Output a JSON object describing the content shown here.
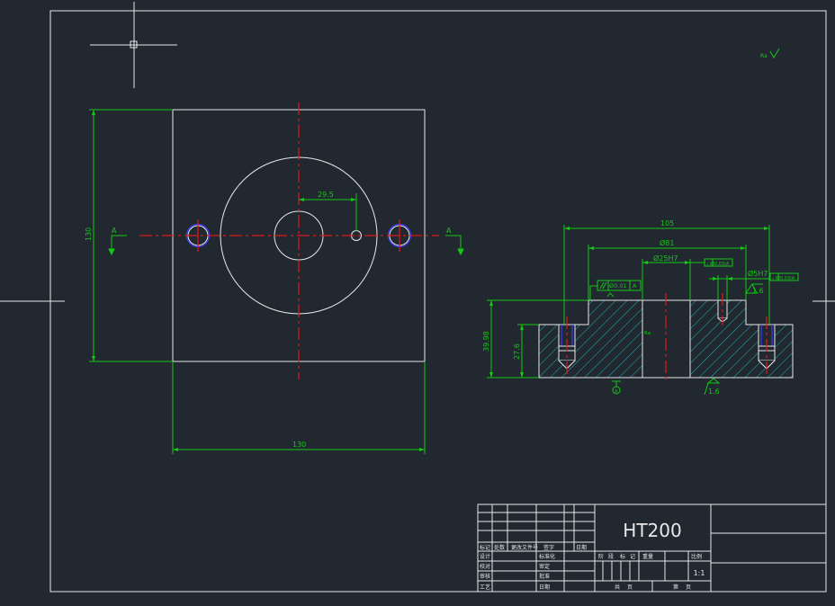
{
  "drawing": {
    "material": "HT200",
    "scale": "1:1",
    "roughness_symbol": "Ra",
    "top_view": {
      "dim_width": "130",
      "dim_height": "130",
      "dim_offset": "29.5",
      "section_label_left": "A",
      "section_label_right": "A"
    },
    "section_view": {
      "dim_overall": "105",
      "dim_d81": "Ø81",
      "dim_bore": "Ø25H7",
      "dim_pin": "Ø5H7",
      "dim_height_total": "39.98",
      "dim_height_base": "27.6",
      "perp_tol_1": "⊥|Ø0.03|A",
      "perp_tol_2": "⊥|Ø0.03|A",
      "parallel_tol_value": "Ø0.01",
      "parallel_tol_datum": "A",
      "roughness_top": "1.6",
      "roughness_bottom": "1.6",
      "datum_label": "A",
      "bore_note": "Ra"
    },
    "title_block": {
      "row_header": [
        "标记",
        "处数",
        "更改文件号",
        "签字",
        "日期"
      ],
      "left_labels": [
        "设计",
        "校对",
        "审核",
        "工艺"
      ],
      "mid_labels": [
        "标准化",
        "审定",
        "批准",
        "日期"
      ],
      "stage_header": [
        "阶",
        "段",
        "标",
        "记",
        "重量",
        "比例"
      ],
      "sheet_labels": [
        "共",
        "页",
        "第",
        "页"
      ]
    }
  }
}
